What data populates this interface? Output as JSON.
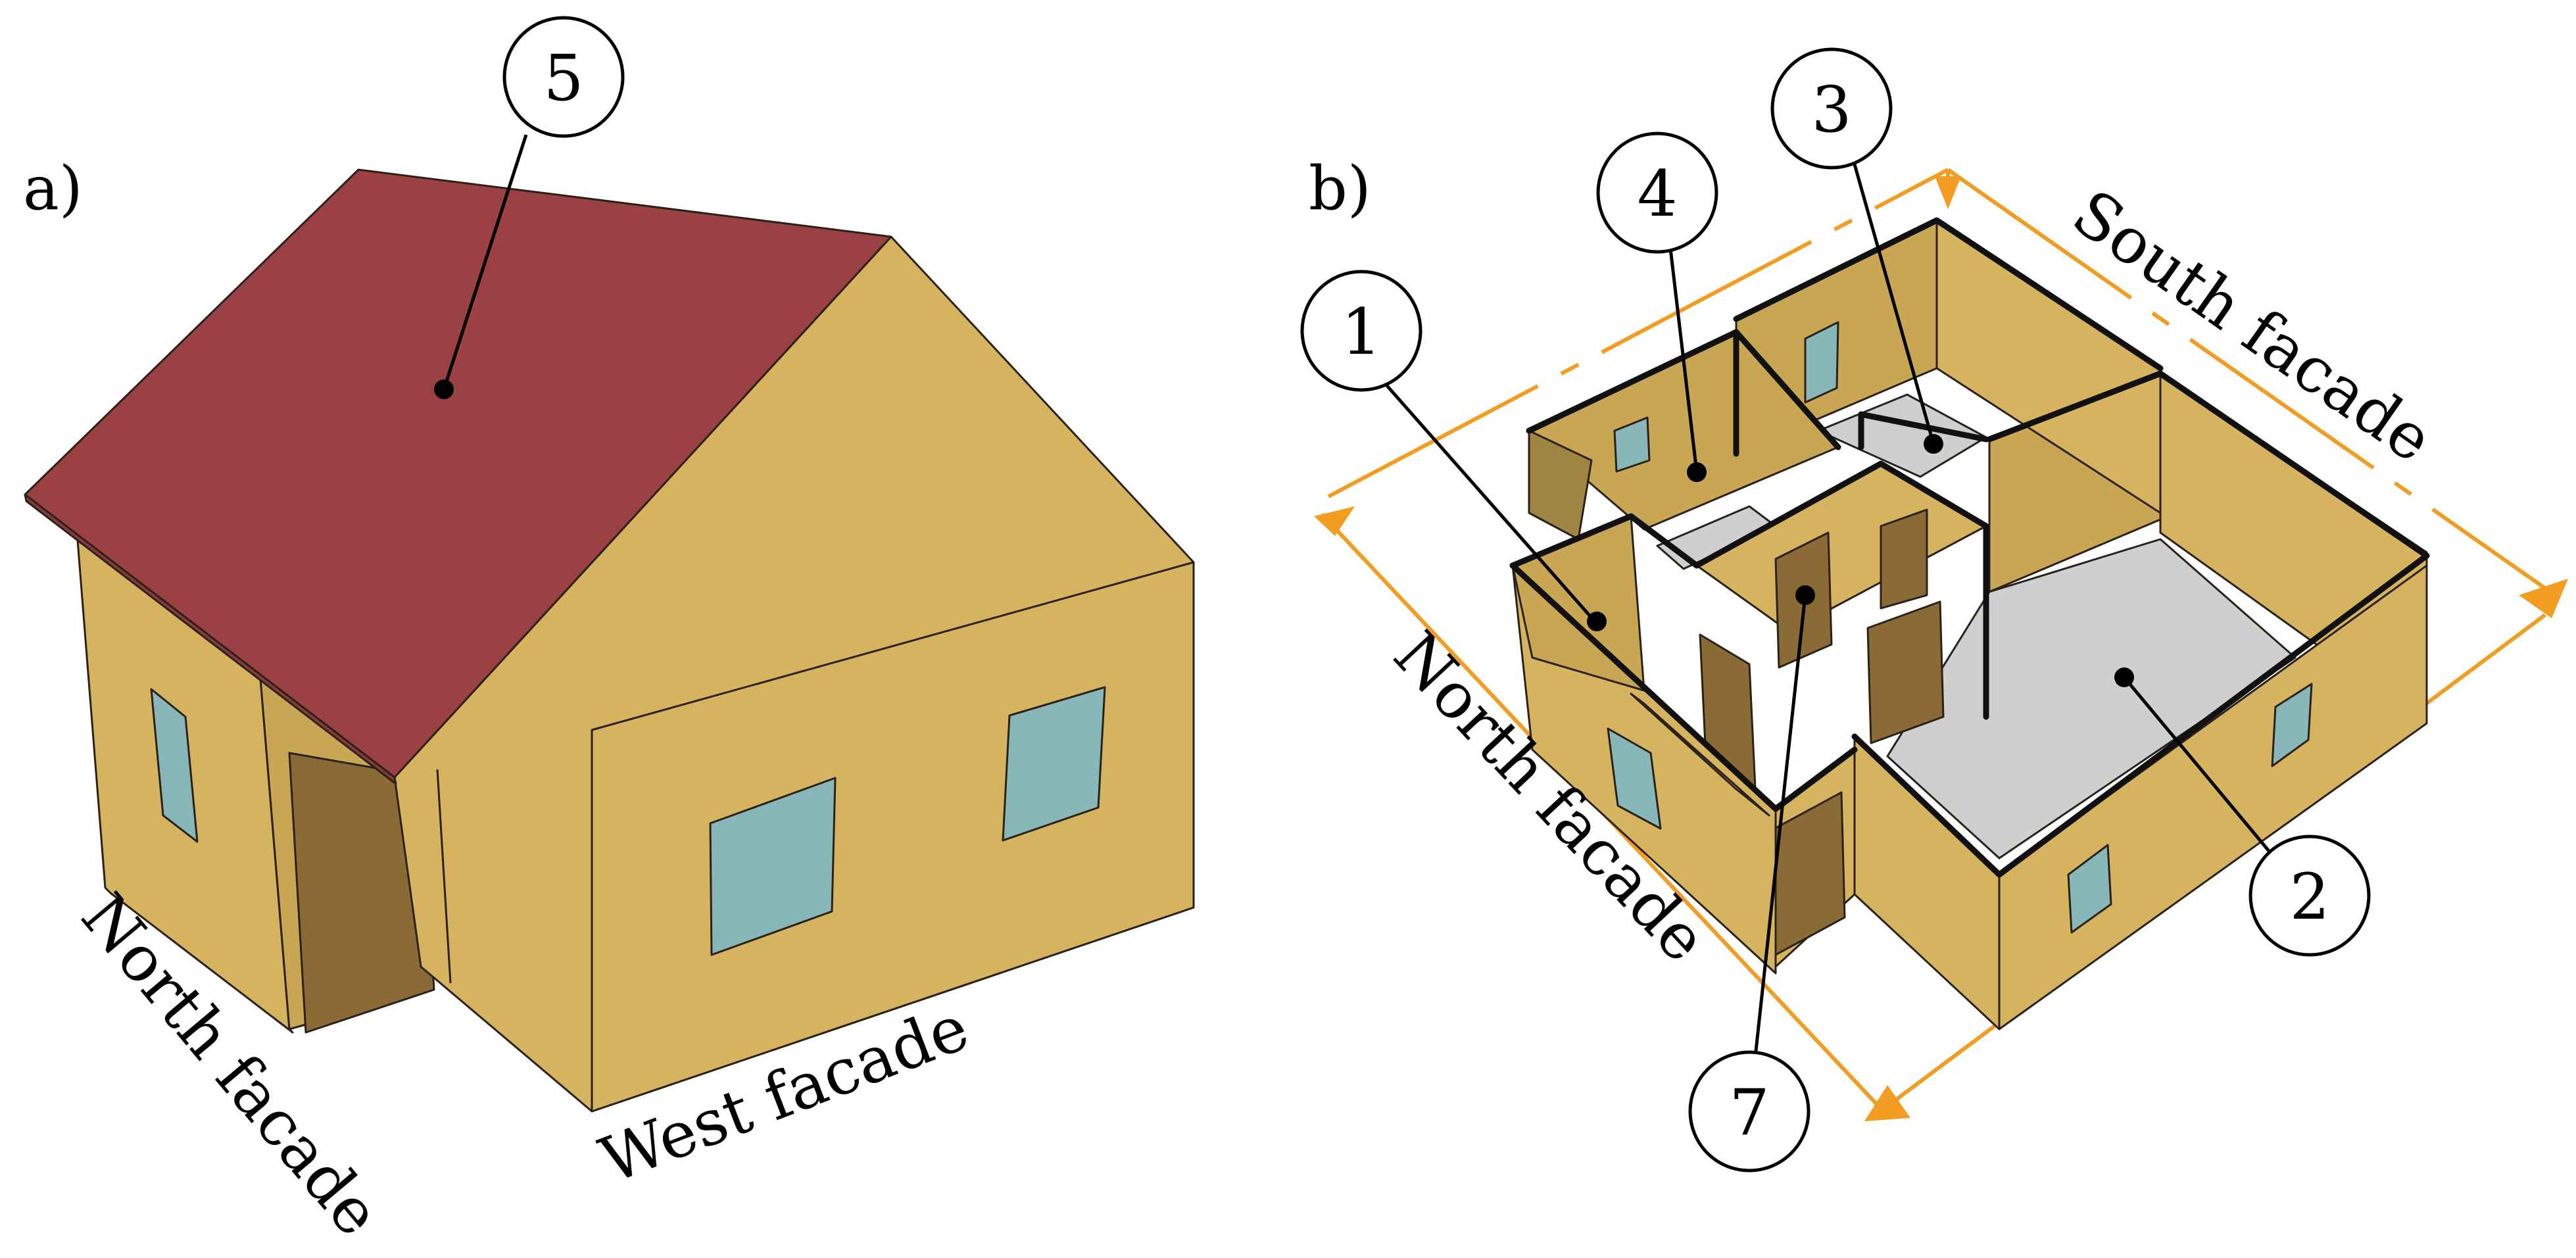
{
  "colors": {
    "wall_light": "#d6b35e",
    "wall_dark": "#c9a654",
    "roof": "#9b4143",
    "door": "#8a6a35",
    "window": "#87b7b9",
    "floor": "#cfcfcf",
    "dimension": "#f39c22"
  },
  "panels": [
    {
      "label": "a)",
      "facades": [
        "North facade",
        "West facade"
      ],
      "callouts": [
        {
          "number": "5",
          "refers_to": "roof"
        }
      ]
    },
    {
      "label": "b)",
      "facades": [
        "South facade",
        "North facade"
      ],
      "callouts": [
        {
          "number": "1"
        },
        {
          "number": "4"
        },
        {
          "number": "3"
        },
        {
          "number": "2"
        },
        {
          "number": "7"
        }
      ]
    }
  ]
}
